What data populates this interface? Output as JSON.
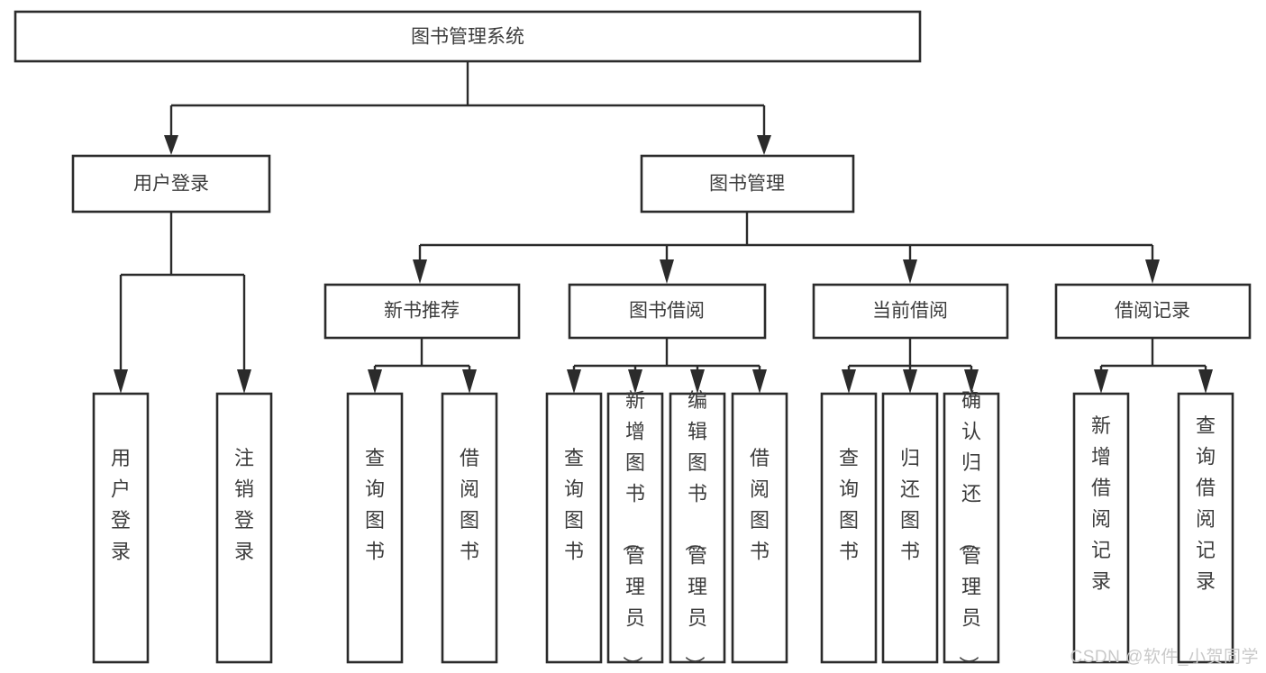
{
  "diagram": {
    "type": "tree-hierarchy",
    "title": "图书管理系统",
    "watermark": "CSDN @软件_小贺同学",
    "colors": {
      "background": "#ffffff",
      "box_stroke": "#2b2b2b",
      "box_fill": "#ffffff",
      "text": "#3d3d3d",
      "connector": "#2b2b2b",
      "watermark": "#c9c9c9"
    },
    "levels": {
      "root": {
        "label": "图书管理系统"
      },
      "level1": [
        {
          "label": "用户登录"
        },
        {
          "label": "图书管理"
        }
      ],
      "level2": [
        {
          "label": "新书推荐",
          "parent": "图书管理"
        },
        {
          "label": "图书借阅",
          "parent": "图书管理"
        },
        {
          "label": "当前借阅",
          "parent": "图书管理"
        },
        {
          "label": "借阅记录",
          "parent": "图书管理"
        }
      ],
      "leaves": {
        "用户登录": [
          {
            "label": "用户登录"
          },
          {
            "label": "注销登录"
          }
        ],
        "新书推荐": [
          {
            "label": "查询图书"
          },
          {
            "label": "借阅图书"
          }
        ],
        "图书借阅": [
          {
            "label": "查询图书"
          },
          {
            "label": "新增图书（管理员）"
          },
          {
            "label": "编辑图书（管理员）"
          },
          {
            "label": "借阅图书"
          }
        ],
        "当前借阅": [
          {
            "label": "查询图书"
          },
          {
            "label": "归还图书"
          },
          {
            "label": "确认归还（管理员）"
          }
        ],
        "借阅记录": [
          {
            "label": "新增借阅记录"
          },
          {
            "label": "查询借阅记录"
          }
        ]
      }
    }
  }
}
